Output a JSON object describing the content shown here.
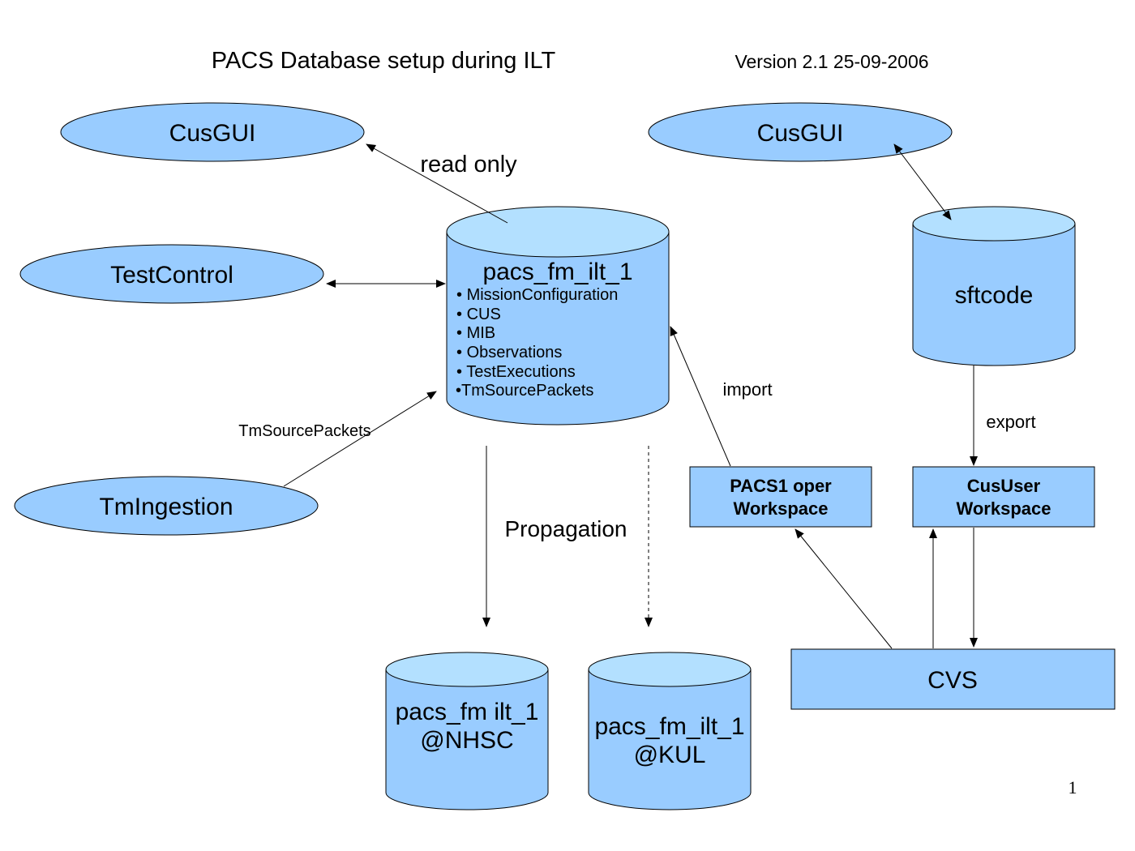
{
  "title": "PACS Database setup during ILT",
  "version": "Version 2.1  25-09-2006",
  "page_number": "1",
  "ellipses": {
    "cusgui_left": "CusGUI",
    "cusgui_right": "CusGUI",
    "testcontrol": "TestControl",
    "tmingestion": "TmIngestion"
  },
  "main_db": {
    "name": "pacs_fm_ilt_1",
    "items": [
      "MissionConfiguration",
      "CUS",
      "MIB",
      "Observations",
      "TestExecutions",
      "TmSourcePackets"
    ]
  },
  "sftcode_db": "sftcode",
  "nhsc_db": {
    "line1": "pacs_fm ilt_1",
    "line2": "@NHSC"
  },
  "kul_db": {
    "line1": "pacs_fm_ilt_1",
    "line2": "@KUL"
  },
  "boxes": {
    "pacs1_line1": "PACS1 oper",
    "pacs1_line2": "Workspace",
    "cususer_line1": "CusUser",
    "cususer_line2": "Workspace",
    "cvs": "CVS"
  },
  "edge_labels": {
    "read_only": "read only",
    "tm_source_packets": "TmSourcePackets",
    "propagation": "Propagation",
    "import": "import",
    "export": "export"
  }
}
